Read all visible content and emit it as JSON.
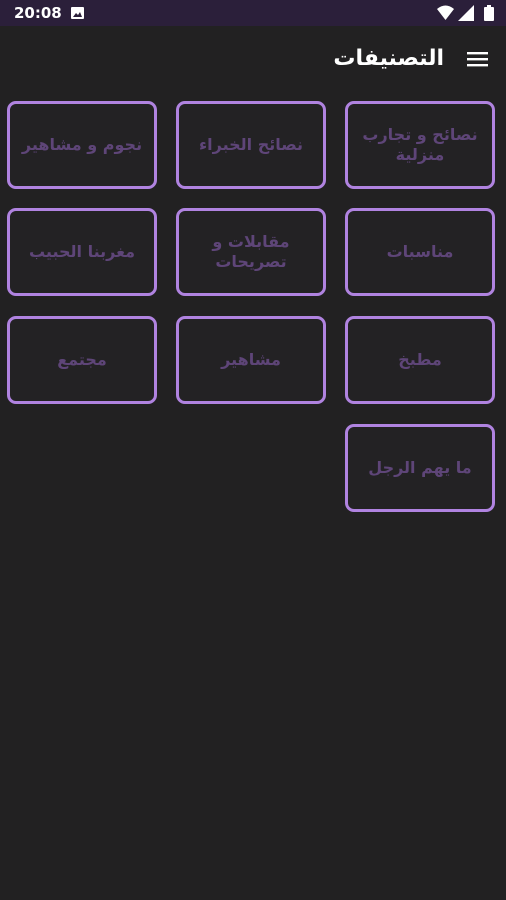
{
  "status_bar": {
    "time": "20:08"
  },
  "header": {
    "title": "التصنيفات",
    "menu_icon": "hamburger-menu-icon"
  },
  "colors": {
    "status_bar_bg": "#2b1f3a",
    "background": "#222122",
    "tile_border": "#b083e0",
    "tile_text": "#5e4578"
  },
  "categories": [
    {
      "label": "نصائح و تجارب منزلية"
    },
    {
      "label": "نصائح الخبراء"
    },
    {
      "label": "نجوم و مشاهير"
    },
    {
      "label": "مناسبات"
    },
    {
      "label": "مقابلات و تصريحات"
    },
    {
      "label": "مغربنا الحبيب"
    },
    {
      "label": "مطبخ"
    },
    {
      "label": "مشاهير"
    },
    {
      "label": "مجتمع"
    },
    {
      "label": "ما يهم الرجل"
    }
  ]
}
